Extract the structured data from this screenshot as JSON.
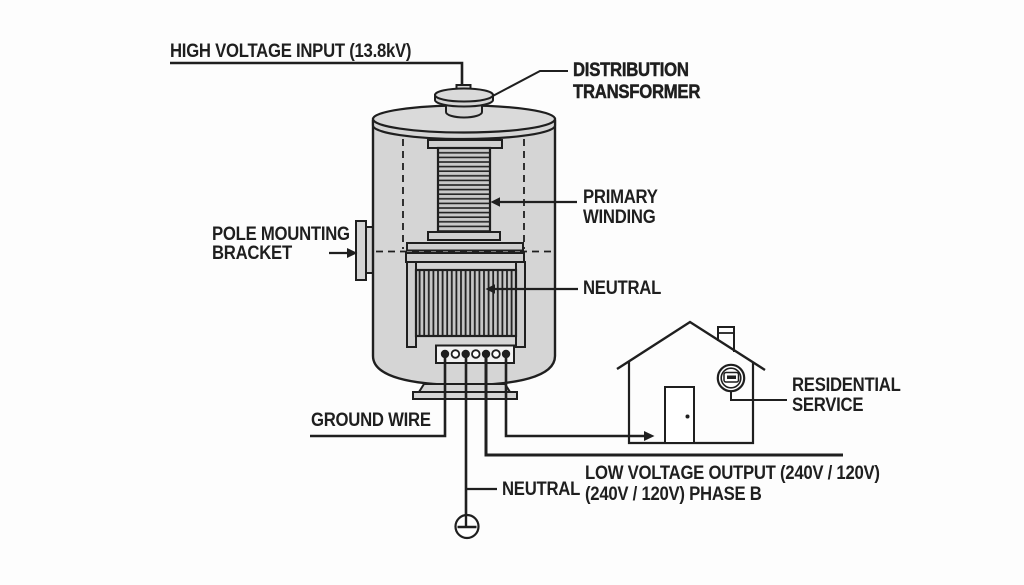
{
  "labels": {
    "high_voltage_input": "HIGH VOLTAGE INPUT (13.8kV)",
    "distribution_transformer": {
      "line1": "DISTRIBUTION",
      "line2": "TRANSFORMER"
    },
    "primary_winding": {
      "line1": "PRIMARY",
      "line2": "WINDING"
    },
    "neutral_winding": "NEUTRAL",
    "pole_mounting_bracket": {
      "line1": "POLE MOUNTING",
      "line2": "BRACKET"
    },
    "ground_wire": "GROUND WIRE",
    "neutral_output": "NEUTRAL",
    "low_voltage_output": {
      "line1": "LOW VOLTAGE OUTPUT (240V / 120V)",
      "line2": "(240V / 120V) PHASE B"
    },
    "residential_service": {
      "line1": "RESIDENTIAL",
      "line2": "SERVICE"
    }
  },
  "icons": {
    "ground_symbol": "earth-ground-symbol",
    "electric_meter": "electric-meter",
    "house": "house-outline"
  },
  "colors": {
    "line": "#1f1f1f",
    "tank_fill": "#d5d5d5",
    "tank_top_fill": "#dadada",
    "frame_fill": "#cfcfcf",
    "terminal_fill": "#f2f2f2",
    "background": "#fdfdfd"
  }
}
